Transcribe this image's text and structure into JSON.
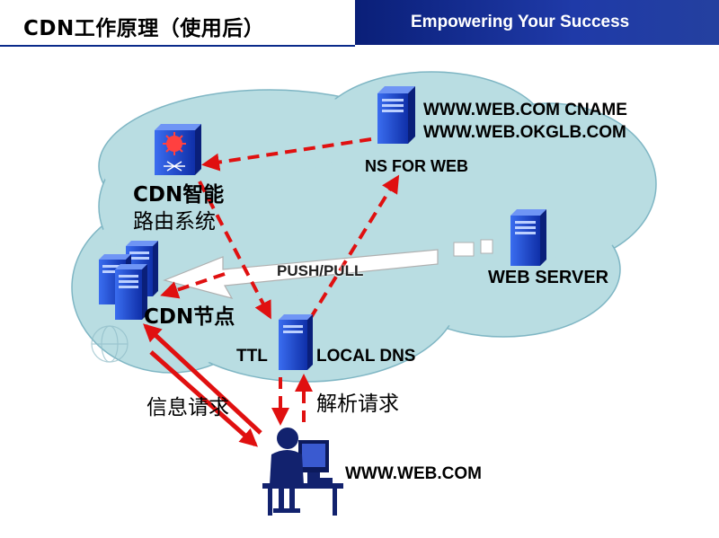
{
  "header": {
    "title": "CDN工作原理（使用后）",
    "banner": "Empowering Your Success"
  },
  "labels": {
    "cname_line1": "WWW.WEB.COM CNAME",
    "cname_line2": "WWW.WEB.OKGLB.COM",
    "ns_for_web": "NS FOR WEB",
    "routing_line1": "CDN智能",
    "routing_line2": "路由系统",
    "push_pull": "PUSH/PULL",
    "web_server": "WEB SERVER",
    "cdn_node": "CDN节点",
    "ttl": "TTL",
    "local_dns": "LOCAL DNS",
    "info_request": "信息请求",
    "resolve_request": "解析请求",
    "user_url": "WWW.WEB.COM"
  },
  "colors": {
    "banner": "#1a3296",
    "cloud": "#b9dde2",
    "server": "#1f4fcf",
    "arrow_red": "#e01010",
    "user": "#12226e"
  },
  "icons": [
    "dns-server-icon",
    "cdn-router-icon",
    "web-server-icon",
    "cdn-node-servers-icon",
    "local-dns-server-icon",
    "user-workstation-icon"
  ]
}
